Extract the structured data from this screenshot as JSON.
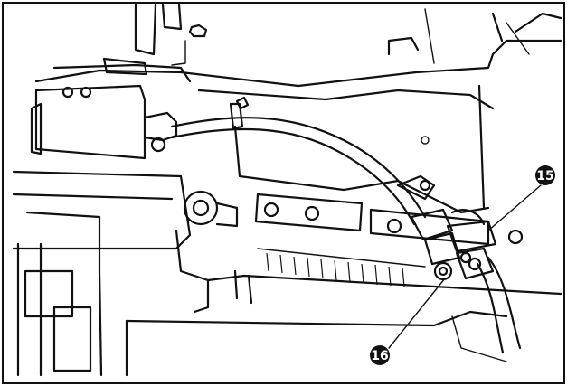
{
  "callouts": [
    {
      "id": "callout-15",
      "number": "15"
    },
    {
      "id": "callout-16",
      "number": "16"
    }
  ]
}
